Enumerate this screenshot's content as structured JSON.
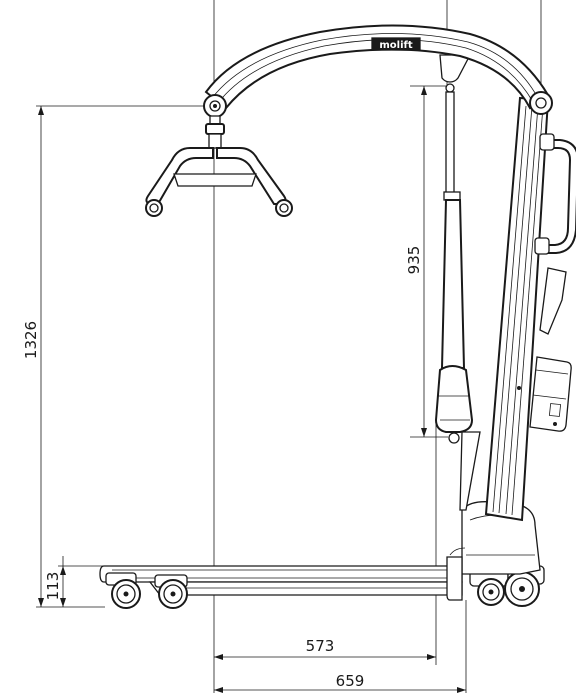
{
  "dimensions": {
    "lift_height": "1326",
    "boom_travel": "935",
    "base_height": "113",
    "inner_width": "573",
    "outer_width": "659"
  },
  "branding": {
    "logo_text": "molift"
  }
}
